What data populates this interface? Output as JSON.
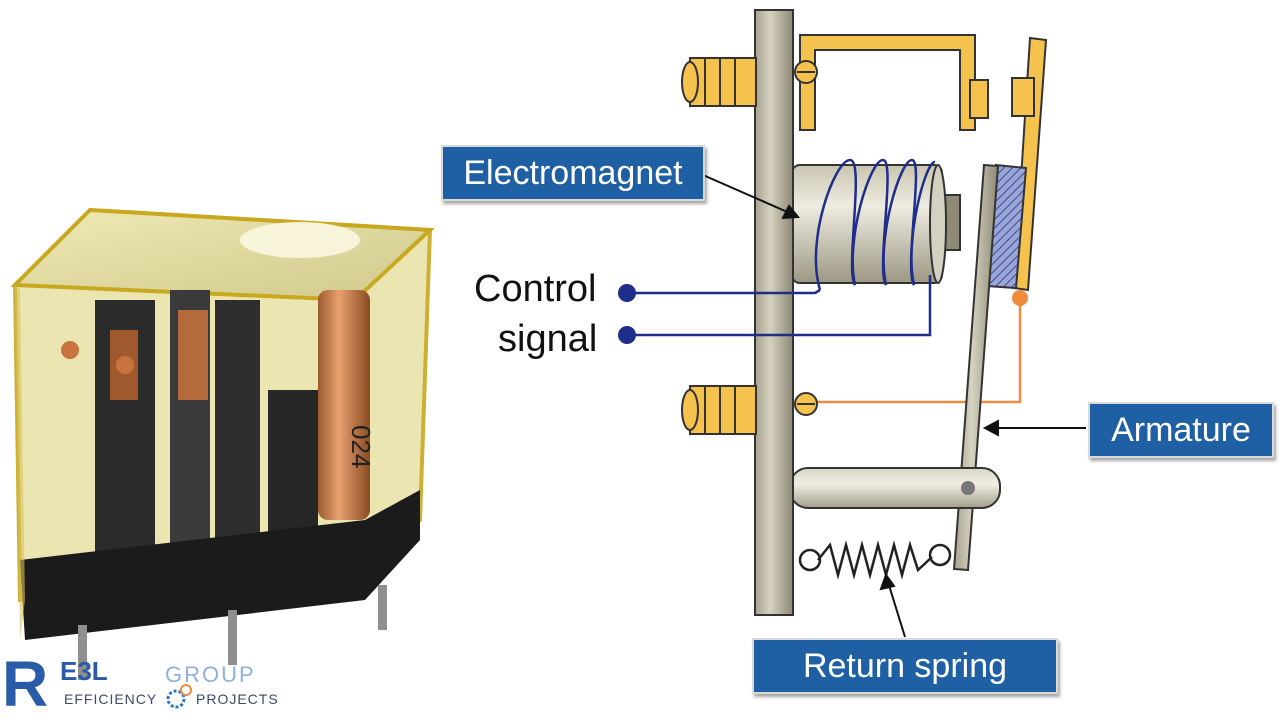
{
  "labels": {
    "electromagnet": "Electromagnet",
    "control": "Control",
    "signal": "signal",
    "armature": "Armature",
    "return_spring": "Return spring"
  },
  "photo": {
    "coil_marking": "024"
  },
  "logo": {
    "brand_left": "R",
    "brand_mid": "E3L",
    "brand_group": "GROUP",
    "tagline_left": "EFFICIENCY",
    "tagline_right": "PROJECTS"
  },
  "colors": {
    "label_bg": "#1f5fa3",
    "control_wire": "#1f2e8a",
    "contact_wire": "#f08a3c",
    "contact_metal": "#f5c24d"
  }
}
